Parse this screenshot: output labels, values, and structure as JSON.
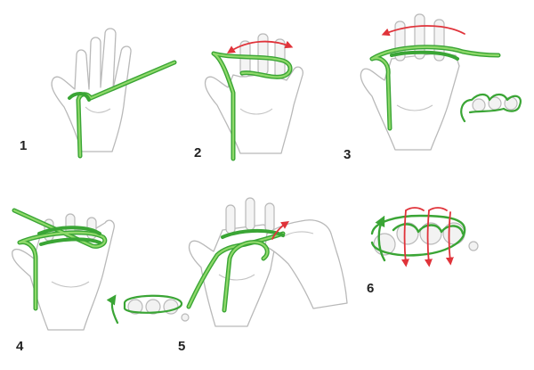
{
  "colors": {
    "yarn_dark": "#3aa535",
    "yarn_light": "#8fd96a",
    "arrow_red": "#e0333a",
    "hand_outline": "#b9b9b9",
    "background": "#ffffff"
  },
  "steps": [
    {
      "number": "1"
    },
    {
      "number": "2"
    },
    {
      "number": "3"
    },
    {
      "number": "4"
    },
    {
      "number": "5"
    },
    {
      "number": "6"
    }
  ]
}
